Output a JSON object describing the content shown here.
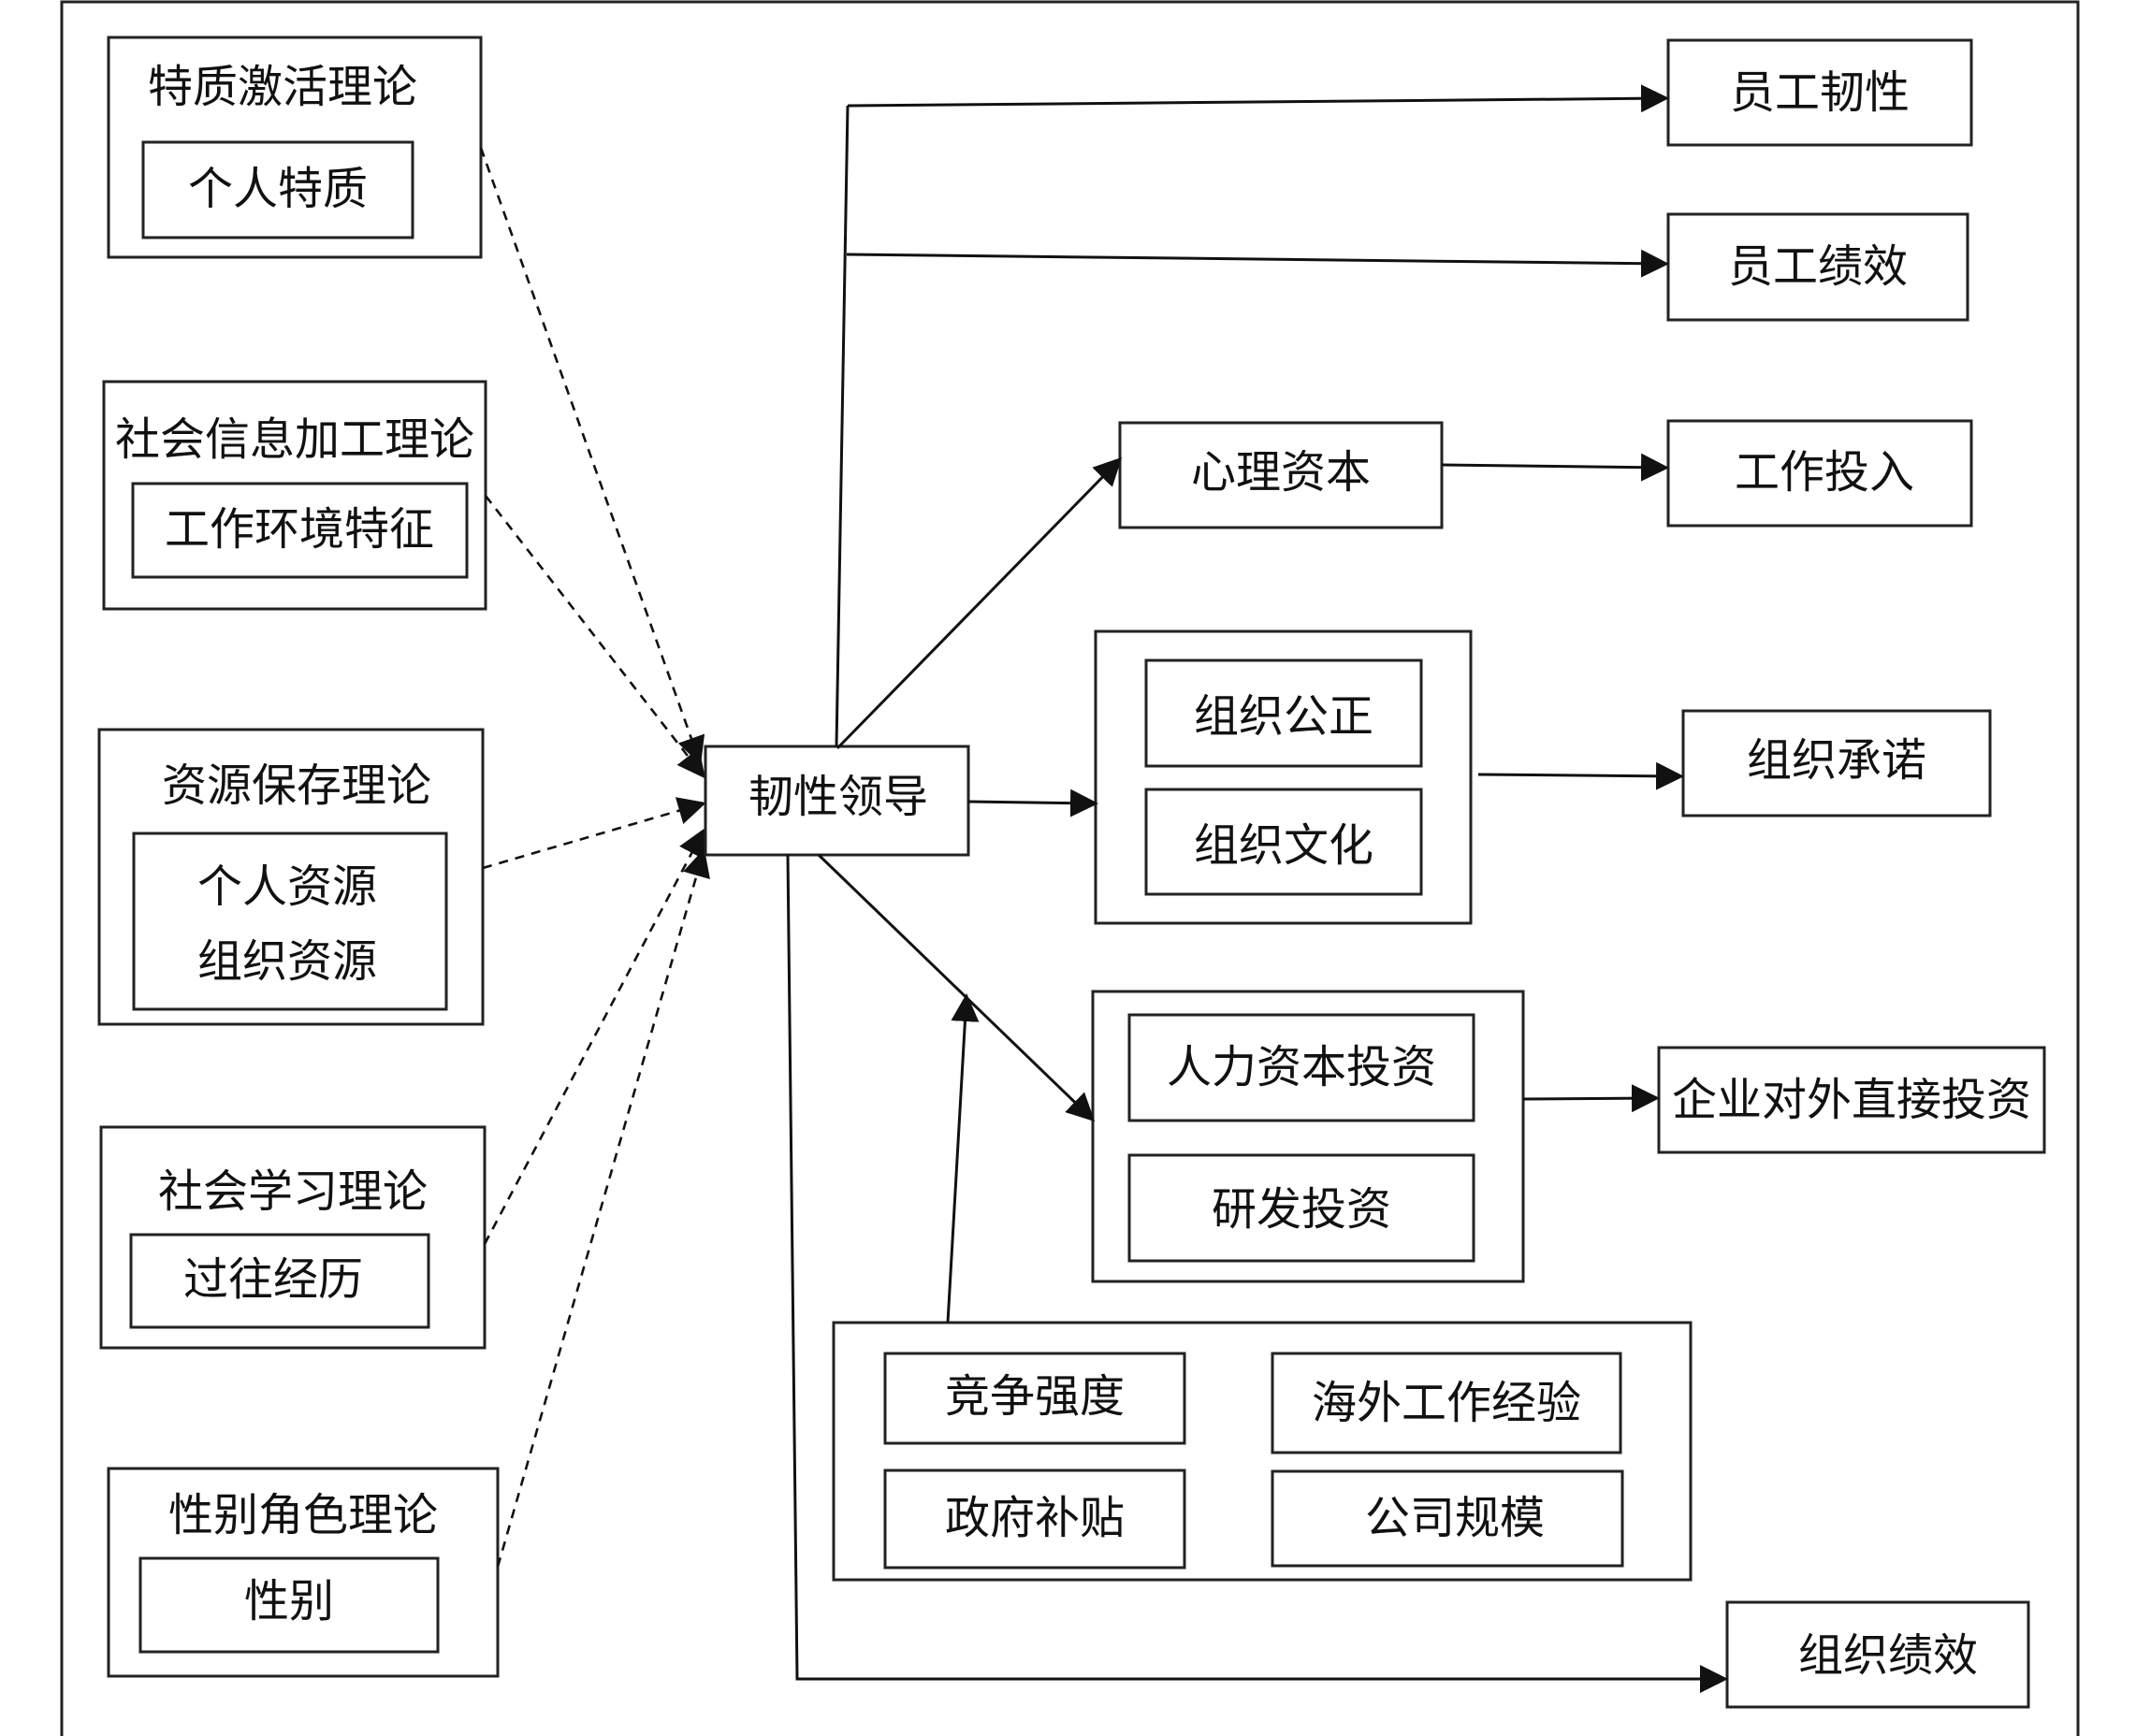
{
  "theories": [
    {
      "title": "特质激活理论",
      "items": [
        "个人特质"
      ]
    },
    {
      "title": "社会信息加工理论",
      "items": [
        "工作环境特征"
      ]
    },
    {
      "title": "资源保存理论",
      "items": [
        "个人资源",
        "组织资源"
      ]
    },
    {
      "title": "社会学习理论",
      "items": [
        "过往经历"
      ]
    },
    {
      "title": "性别角色理论",
      "items": [
        "性别"
      ]
    }
  ],
  "center": "韧性领导",
  "mediators": {
    "psych_capital": "心理资本",
    "org_group": [
      "组织公正",
      "组织文化"
    ],
    "invest_group": [
      "人力资本投资",
      "研发投资"
    ]
  },
  "outcomes": {
    "employee_resilience": "员工韧性",
    "employee_performance": "员工绩效",
    "work_engagement": "工作投入",
    "org_commitment": "组织承诺",
    "ofdi": "企业对外直接投资",
    "org_performance": "组织绩效"
  },
  "moderators": [
    "竞争强度",
    "海外工作经验",
    "政府补贴",
    "公司规模"
  ]
}
